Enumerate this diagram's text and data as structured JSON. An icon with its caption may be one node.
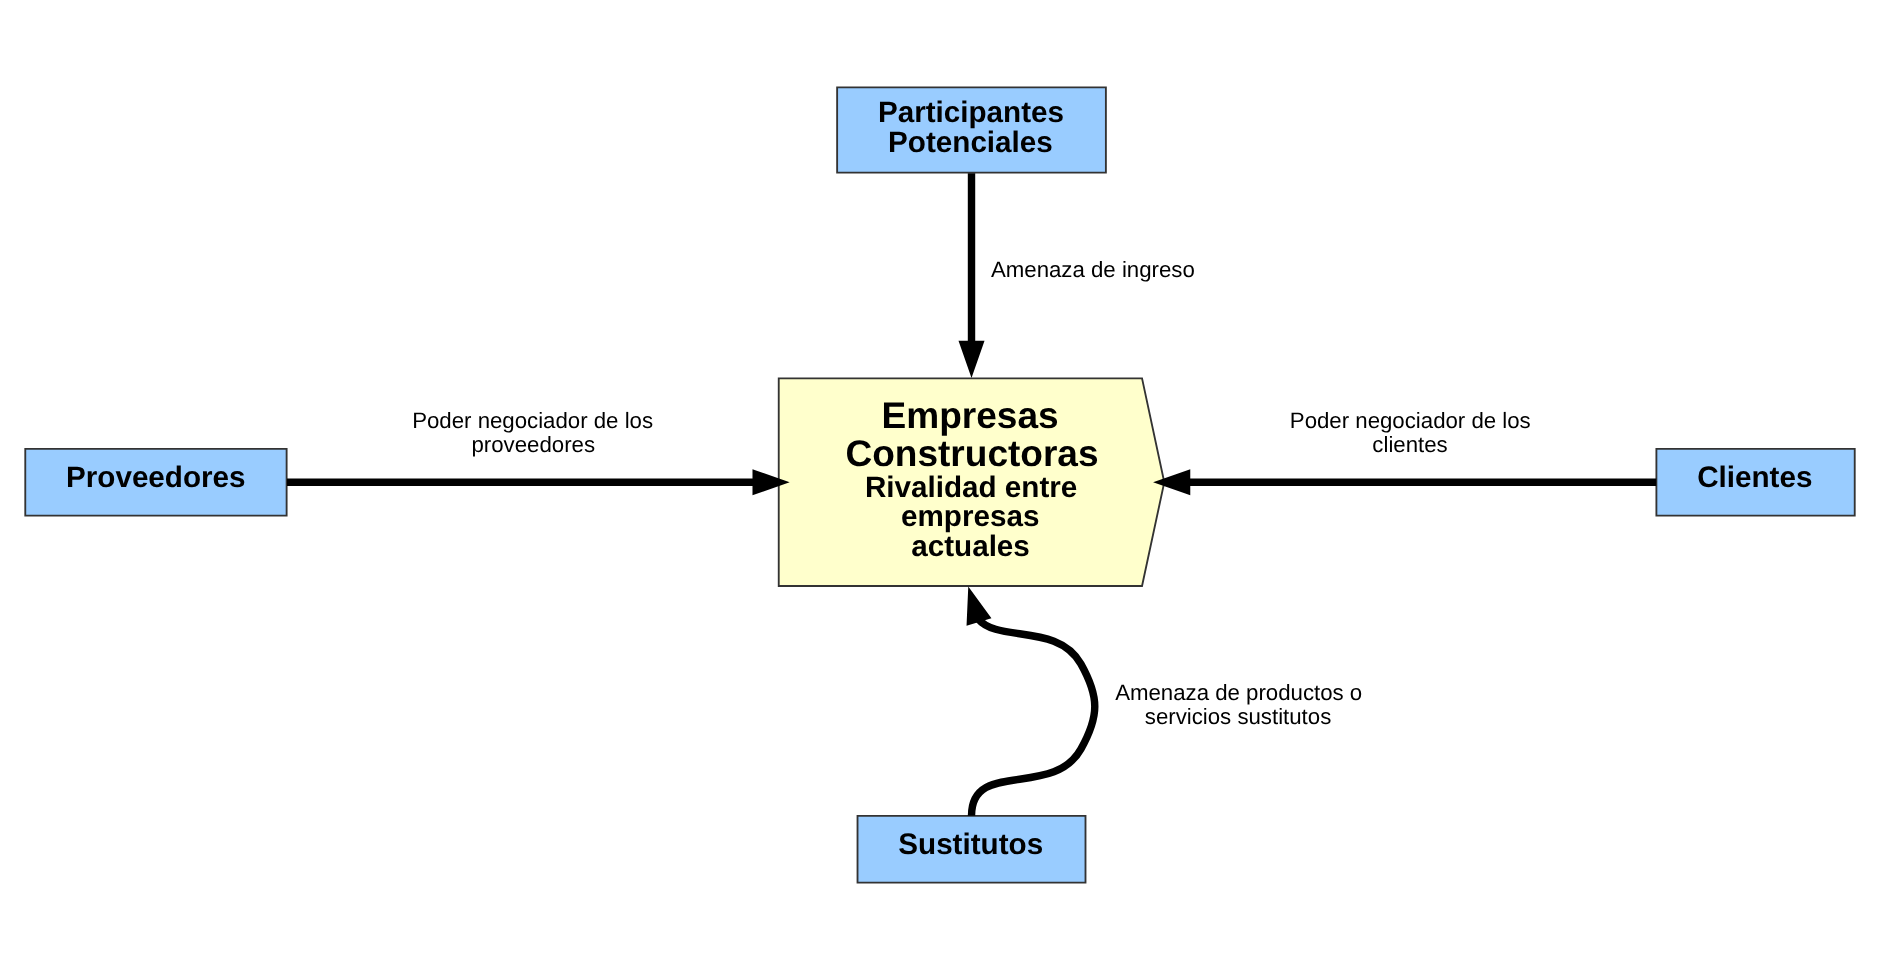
{
  "diagram": {
    "nodes": [
      {
        "text": [
          "Participantes Potenciales"
        ]
      },
      {
        "text": [
          "Proveedores"
        ]
      },
      {
        "text": [
          "Empresas Constructoras",
          "Rivalidad entre empresas actuales"
        ]
      },
      {
        "text": [
          "Clientes"
        ]
      },
      {
        "text": [
          "Sustitutos"
        ]
      }
    ],
    "edges": [
      {
        "from": 0,
        "to": 2,
        "arrow": "to",
        "label": "Amenaza de ingreso"
      },
      {
        "from": 1,
        "to": 2,
        "arrow": "to",
        "label": "Poder negociador de los proveedores"
      },
      {
        "from": 3,
        "to": 2,
        "arrow": "to",
        "label": "Poder negociador de los clientes"
      },
      {
        "from": 4,
        "to": 2,
        "arrow": "to",
        "label": "Amenaza de productos o servicios sustitutos"
      }
    ]
  }
}
